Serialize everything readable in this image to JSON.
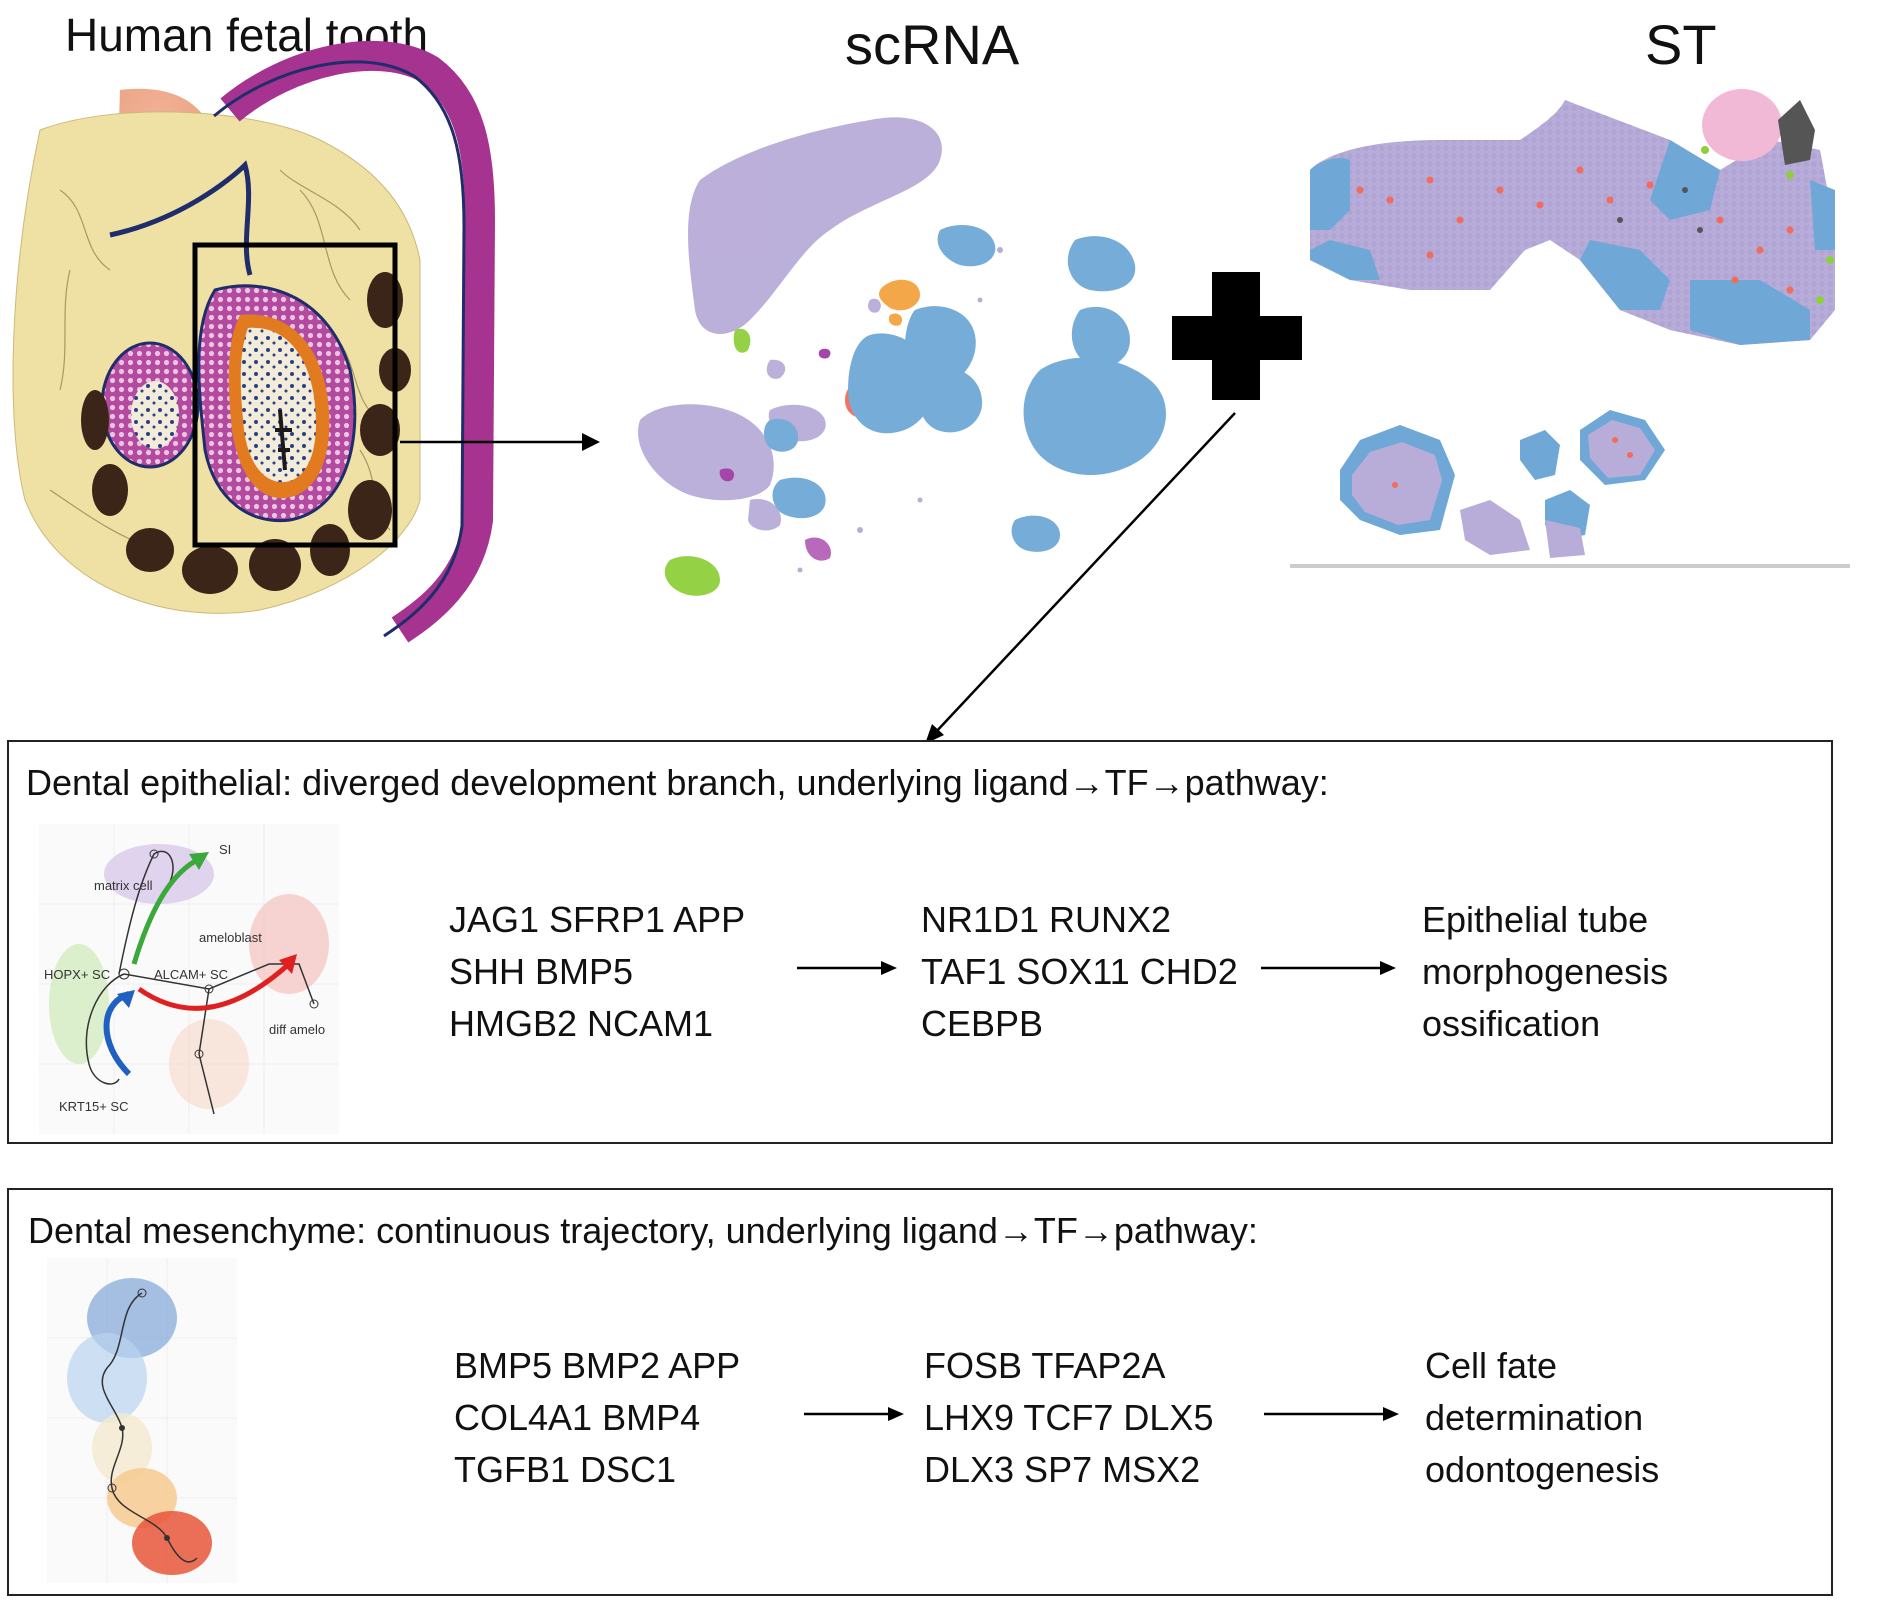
{
  "headers": {
    "tooth": "Human fetal tooth",
    "scrna": "scRNA",
    "st": "ST"
  },
  "epithelial": {
    "title": "Dental epithelial: diverged development branch, underlying  ligand→TF→pathway:",
    "ligands": [
      "JAG1  SFRP1  APP",
      "SHH BMP5",
      "HMGB2  NCAM1"
    ],
    "tfs": [
      "NR1D1 RUNX2",
      "TAF1 SOX11 CHD2",
      "CEBPB"
    ],
    "pathways": [
      "Epithelial tube",
      "morphogenesis",
      "ossification"
    ],
    "trajectory_labels": {
      "matrix": "matrix cell",
      "si": "SI",
      "ameloblast": "ameloblast",
      "hopx": "HOPX+ SC",
      "alcam": "ALCAM+ SC",
      "diff": "diff amelo",
      "krt15": "KRT15+ SC"
    }
  },
  "mesenchyme": {
    "title": "Dental mesenchyme: continuous trajectory, underlying  ligand→TF→pathway:",
    "ligands": [
      "BMP5 BMP2 APP",
      "COL4A1 BMP4",
      "TGFB1 DSC1"
    ],
    "tfs": [
      "FOSB TFAP2A",
      "LHX9 TCF7 DLX5",
      "DLX3  SP7 MSX2"
    ],
    "pathways": [
      "Cell fate",
      "determination",
      "odontogenesis"
    ]
  },
  "colors": {
    "lavender": "#b8acd9",
    "blue": "#6fa8d6",
    "red": "#f26b5b",
    "orange": "#f4a340",
    "green": "#8fcf3c",
    "magenta": "#a23aa6",
    "tooth_purple": "#a5338f",
    "tooth_yellow": "#efe0a4",
    "tooth_brown": "#3b2418",
    "tooth_navy": "#1f2d6b"
  }
}
